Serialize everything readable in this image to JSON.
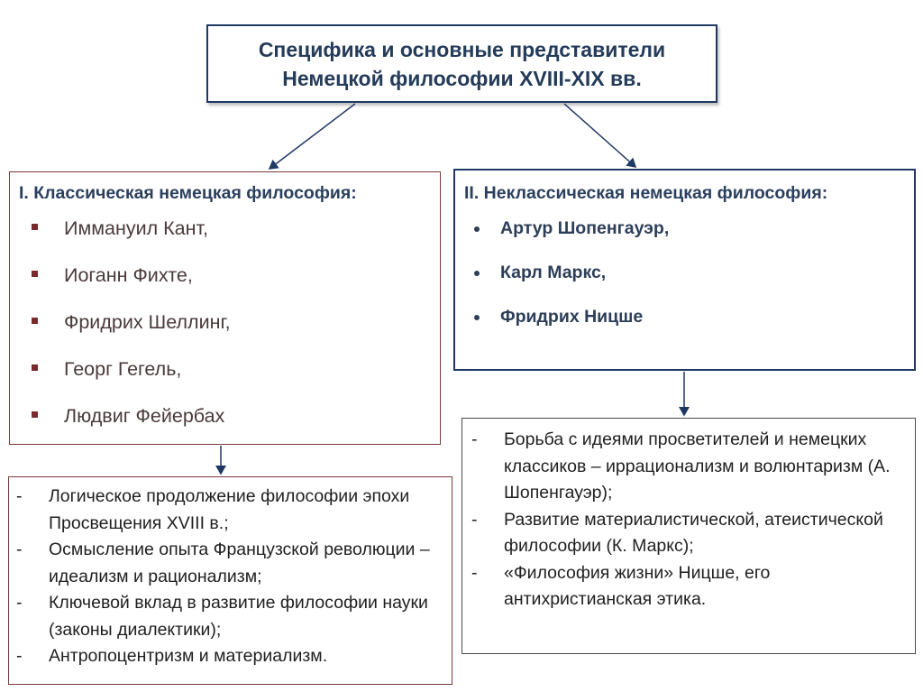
{
  "title": {
    "line1": "Специфика и основные представители",
    "line2": "Немецкой философии XVIII-XIX вв."
  },
  "classical": {
    "heading": "I. Классическая немецкая философия:",
    "items": [
      "Иммануил Кант,",
      "Иоганн Фихте,",
      "Фридрих Шеллинг,",
      "Георг Гегель,",
      "Людвиг Фейербах"
    ],
    "details": [
      "Логическое продолжение философии эпохи Просвещения XVIII в.;",
      "Осмысление опыта Французской революции – идеализм и рационализм;",
      "Ключевой вклад в развитие философии науки (законы диалектики);",
      "Антропоцентризм и материализм."
    ]
  },
  "nonclassical": {
    "heading": "II. Неклассическая немецкая философия:",
    "items": [
      "Артур Шопенгауэр,",
      "Карл Маркс,",
      "Фридрих Ницше"
    ],
    "details": [
      "Борьба с идеями просветителей и немецких классиков – иррационализм и волюнтаризм (А. Шопенгауэр);",
      "Развитие материалистической, атеистической философии (К. Маркс);",
      "«Философия жизни» Ницше, его антихристианская этика."
    ]
  },
  "list_marker": "-",
  "colors": {
    "navy_border": "#1f3864",
    "maroon_border": "#7a3b3b",
    "heading_text": "#2b3f5e"
  }
}
